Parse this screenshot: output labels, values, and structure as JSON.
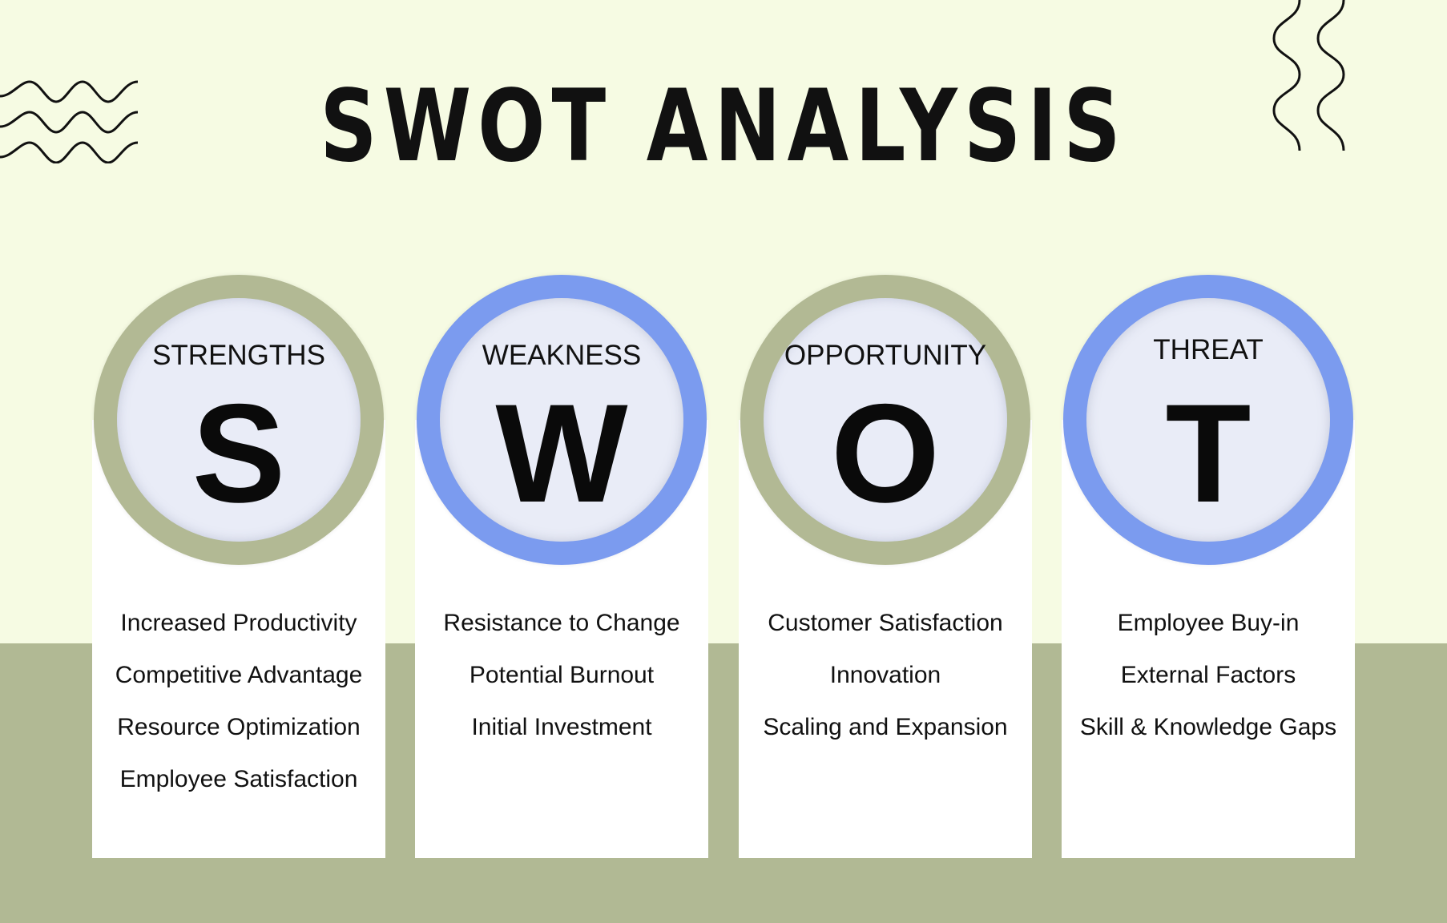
{
  "title": "SWOT ANALYSIS",
  "colors": {
    "background": "#f6fbe3",
    "band": "#b1b994",
    "green_ring": "#b2b994",
    "blue_ring": "#7b9bef"
  },
  "quadrants": [
    {
      "label": "STRENGTHS",
      "letter": "S",
      "ring": "#b2b994",
      "items": [
        "Increased Productivity",
        "Competitive Advantage",
        "Resource Optimization",
        "Employee Satisfaction"
      ]
    },
    {
      "label": "WEAKNESS",
      "letter": "W",
      "ring": "#7b9bef",
      "items": [
        "Resistance to Change",
        "Potential Burnout",
        "Initial Investment"
      ]
    },
    {
      "label": "OPPORTUNITY",
      "letter": "O",
      "ring": "#b2b994",
      "items": [
        "Customer  Satisfaction",
        "Innovation",
        "Scaling and Expansion"
      ]
    },
    {
      "label": "THREAT",
      "letter": "T",
      "ring": "#7b9bef",
      "items": [
        "Employee Buy-in",
        "External Factors",
        "Skill & Knowledge Gaps"
      ]
    }
  ]
}
